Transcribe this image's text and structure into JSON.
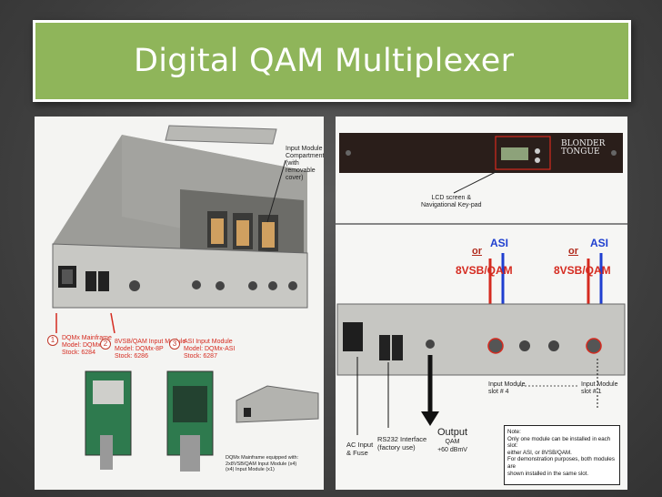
{
  "slide": {
    "title": "Digital QAM Multiplexer",
    "colors": {
      "title_bar": "#8fb55a",
      "background": "#4a4a4a",
      "annotation_red": "#d52a1f",
      "annotation_blue": "#1f3fd0"
    }
  },
  "left_photo": {
    "callout_input_module": [
      "Input Module",
      "Compartment",
      "(with removable cover)"
    ],
    "items": [
      {
        "num": "1",
        "title": "DQMx Mainframe",
        "model": "Model: DQMx",
        "stock": "Stock: 6284"
      },
      {
        "num": "2",
        "title": "8VSB/QAM Input Module",
        "model": "Model: DQMx-8P",
        "stock": "Stock: 6286"
      },
      {
        "num": "3",
        "title": "ASI Input Module",
        "model": "Model: DQMx-ASI",
        "stock": "Stock: 6287"
      }
    ],
    "small_caption": [
      "DQMx Mainframe equipped with:",
      "2x8VSB/QAM",
      "Input Module (x4)",
      "(x4)",
      "Input Module (x1)"
    ]
  },
  "right_photo": {
    "brand_lines": [
      "BLONDER",
      "TONGUE"
    ],
    "lcd_callout": [
      "LCD screen &",
      "Navigational Key-pad"
    ],
    "or_labels": [
      "or",
      "or"
    ],
    "asi_labels": [
      "ASI",
      "ASI"
    ],
    "vsb_labels": [
      "8VSB/QAM",
      "8VSB/QAM"
    ],
    "slot_labels": [
      "Input Module",
      "slot # 4",
      "Input Module",
      "slot # 1"
    ],
    "bottom_labels": {
      "ac": [
        "AC Input",
        "& Fuse"
      ],
      "rs232": [
        "RS232 Interface",
        "(factory use)"
      ],
      "output": [
        "Output",
        "QAM",
        "+60 dBmV"
      ]
    },
    "note": [
      "Note:",
      "Only one module can be installed in each slot:",
      "either ASI, or 8VSB/QAM.",
      "For demonstration purposes, both modules are",
      "shown installed in the same slot."
    ]
  }
}
